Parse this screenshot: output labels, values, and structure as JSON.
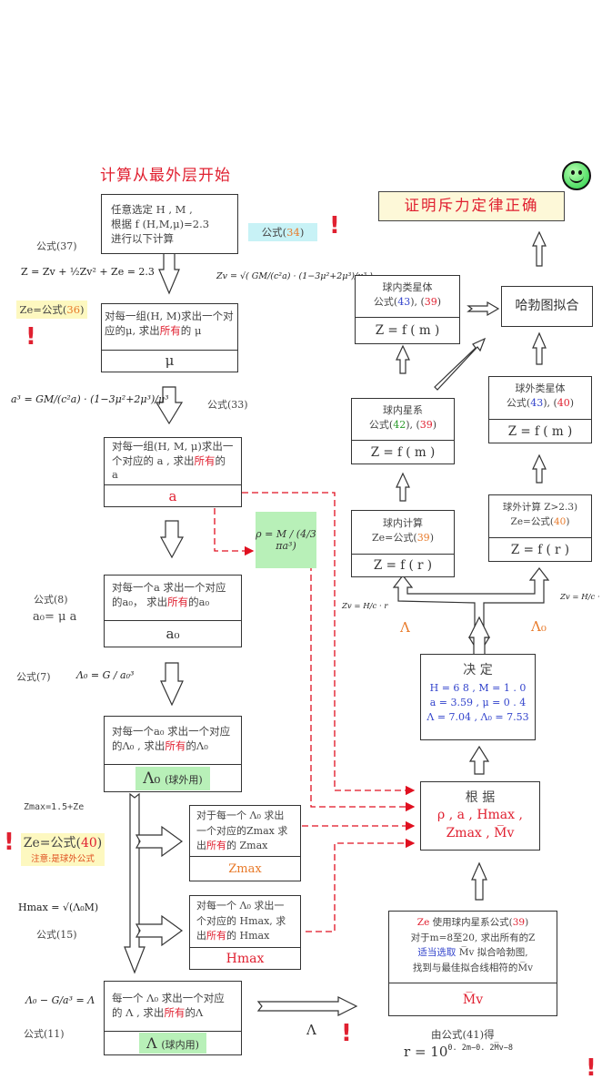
{
  "title": "计算从最外层开始",
  "conclusion": "证明斥力定律正确",
  "smiley_icon": "smiley-face-icon",
  "left_flow": {
    "start_box": {
      "line1": "任意选定 H , M ,",
      "line2": "根据  f (H,M,μ)=2.3",
      "line3": "进行以下计算"
    },
    "formula37_label": "公式(37)",
    "formula37": "Z = Zv + ½Zv² + Ze = 2.3",
    "formula34_label": "公式(",
    "formula34_num": "34",
    "formula34_close": ")",
    "formula34": "Zv = √( GM/(c²a) · (1−3μ²+2μ³)/μ³ )",
    "ze36_prefix": "Ze=公式(",
    "ze36_num": "36",
    "ze36_close": ")",
    "mu_box": {
      "pre": "对每一组(H, M)求出一个对应的μ, 求出",
      "highlight": "所有",
      "post": "的  μ",
      "result": "μ"
    },
    "formula33": "a³ = GM/(c²a) · (1−3μ²+2μ³)/μ³",
    "formula33_label": "公式(33)",
    "a_box": {
      "pre": "对每一组(H, M, μ)求出一个对应的 a , 求出",
      "highlight": "所有",
      "post": "的 a",
      "result": "a"
    },
    "rho_formula": "ρ = M / (4/3 πa³)",
    "formula8_label": "公式(8)",
    "formula8": "a₀= μ a",
    "a0_box": {
      "pre": "对每一个a 求出一个对应的a₀， 求出",
      "highlight": "所有",
      "post": "的a₀",
      "result": "a₀"
    },
    "formula7_label": "公式(7)",
    "formula7": "Λ₀ = G / a₀³",
    "lambda0_box": {
      "pre": "对每一个a₀ 求出一个对应的Λ₀ , 求出",
      "highlight": "所有",
      "post": "的Λ₀",
      "result": "Λ₀",
      "result_note": "(球外用)"
    },
    "zmax_formula": "Zmax=1.5+Ze",
    "ze40_prefix": "Ze=公式(",
    "ze40_num": "40",
    "ze40_close": ")",
    "ze40_note": "注意:是球外公式",
    "zmax_box": {
      "pre": "对于每一个  Λ₀ 求出一个对应的Zmax 求出",
      "highlight": "所有",
      "post": "的  Zmax",
      "result": "Zmax"
    },
    "hmax_formula": "Hmax = √(Λ₀M)",
    "formula15_label": "公式(15)",
    "hmax_box": {
      "pre": "对每一个 Λ₀  求出一个对应的  Hmax, 求出",
      "highlight": "所有",
      "post": "的  Hmax",
      "result": "Hmax"
    },
    "formula11": "Λ₀ − G/a³ = Λ",
    "formula11_label": "公式(11)",
    "lambda_box": {
      "pre": "每一个  Λ₀ 求出一个对应的  Λ , 求出",
      "highlight": "所有",
      "post": "的Λ",
      "result": "Λ",
      "result_note": "(球内用)"
    },
    "lambda_arrow_label": "Λ"
  },
  "right_flow": {
    "quasar_in": {
      "line1": "球内类星体",
      "prefix": "公式(",
      "num1": "43",
      "sep": "), (",
      "num2": "39",
      "close": ")",
      "result": "Z = f ( m )"
    },
    "hubble_fit": "哈勃图拟合",
    "galaxy_in": {
      "line1": "球内星系",
      "prefix": "公式(",
      "num1": "42",
      "sep": "), (",
      "num2": "39",
      "close": ")",
      "result": "Z = f ( m )"
    },
    "quasar_out": {
      "line1": "球外类星体",
      "prefix": "公式(",
      "num1": "43",
      "sep": "), (",
      "num2": "40",
      "close": ")",
      "result": "Z = f ( m )"
    },
    "calc_in": {
      "line1": "球内计算",
      "prefix": "Ze=公式(",
      "num": "39",
      "close": ")",
      "result": "Z = f ( r )"
    },
    "calc_out": {
      "line1": "球外计算  Z>2.3)",
      "prefix": "Ze=公式(",
      "num": "40",
      "close": ")",
      "result": "Z = f ( r )"
    },
    "zv_formula": "Zv = H/c · r",
    "lambda_label": "Λ",
    "lambda0_label": "Λ₀",
    "decide": {
      "title": "决 定",
      "line1": "H = 6 8 ,    M = 1 . 0",
      "line2": "a = 3.59 ,     μ = 0 . 4",
      "line3": "Λ = 7.04 ,    Λ₀ = 7.53"
    },
    "basis": {
      "title": "根 据",
      "line1": "ρ , a , Hmax ,",
      "line2": "Zmax , M̅v"
    },
    "mv_box": {
      "ze": "Ze",
      "line1_rest": " 使用球内星系公式(",
      "num": "39",
      "close": ")",
      "line2": "对于m=8至20,    求出所有的Z",
      "line3_blue": "适当选取",
      "line3_rest": " M̅v   拟合哈勃图,",
      "line4": "找到与最佳拟合线相符的M̅v",
      "result": "M̅v"
    },
    "formula41_label": "由公式(41)得",
    "formula41_base": "r  =  10",
    "formula41_exp": "0. 2m−0. 2M̅v−8"
  },
  "colors": {
    "accent_red": "#e02030",
    "orange": "#e87a2a",
    "blue": "#3344cc",
    "green_highlight": "#b8f0b8",
    "cyan_highlight": "#c8f2f6",
    "yellow_highlight": "#fdf8c0"
  }
}
